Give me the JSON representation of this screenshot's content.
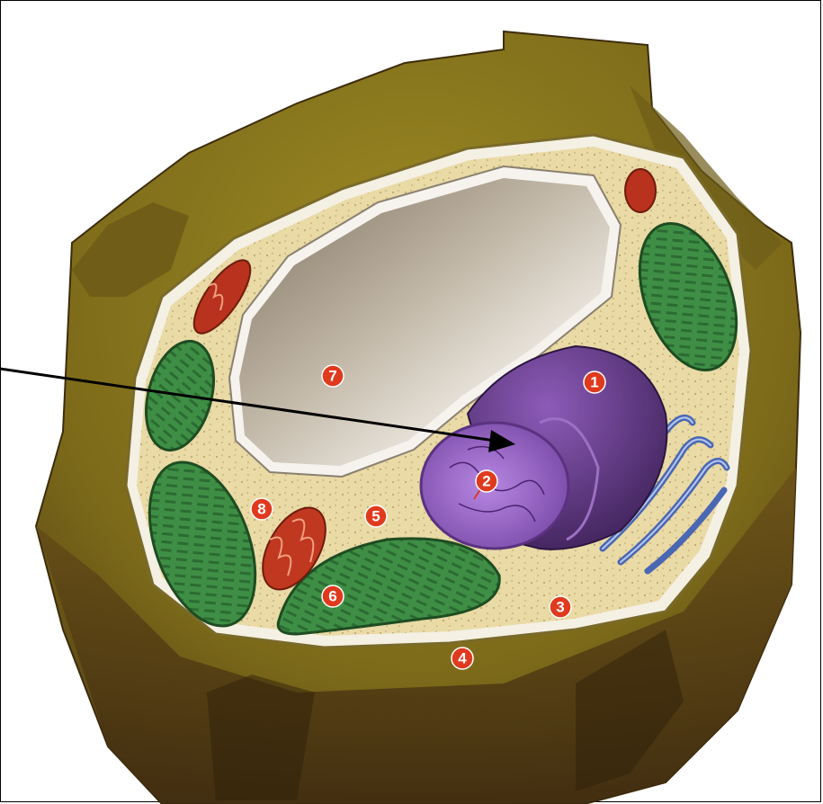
{
  "diagram": {
    "colors": {
      "cell_wall": "#8a7a1e",
      "cell_wall_dark": "#4e3a14",
      "cytoplasm": "#e8d9a4",
      "vacuole": "#b8aea0",
      "nucleus": "#6a3f8c",
      "nucleolus_area": "#a670d6",
      "chloroplast": "#3d8a43",
      "mitochondrion": "#b8321d",
      "er": "#5a78c0",
      "marker": "#e03a1e",
      "arrow": "#000000"
    },
    "markers": [
      {
        "id": "m1",
        "label": "1"
      },
      {
        "id": "m2",
        "label": "2"
      },
      {
        "id": "m3",
        "label": "3"
      },
      {
        "id": "m4",
        "label": "4"
      },
      {
        "id": "m5",
        "label": "5"
      },
      {
        "id": "m6",
        "label": "6"
      },
      {
        "id": "m7",
        "label": "7"
      },
      {
        "id": "m8",
        "label": "8"
      }
    ]
  }
}
